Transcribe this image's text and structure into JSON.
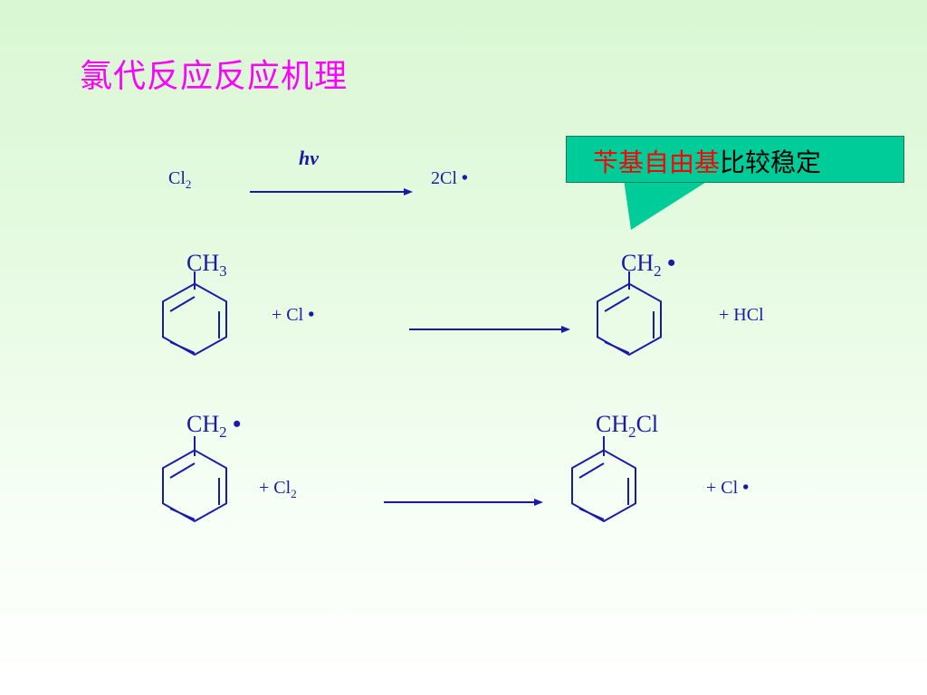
{
  "title": "氯代反应反应机理",
  "callout": {
    "highlight": "苄基自由基",
    "rest": "比较稳定"
  },
  "reaction1": {
    "reactant": "Cl",
    "reactant_sub": "2",
    "condition": "hν",
    "product": "2Cl",
    "product_dot": "•"
  },
  "reaction2": {
    "reactant_group": "CH",
    "reactant_group_sub": "3",
    "reagent": "+  Cl",
    "reagent_dot": "•",
    "product_group": "CH",
    "product_group_sub": "2",
    "product_group_dot": "•",
    "byproduct": "+  HCl"
  },
  "reaction3": {
    "reactant_group": "CH",
    "reactant_group_sub": "2",
    "reactant_group_dot": "•",
    "reagent": "+  Cl",
    "reagent_sub": "2",
    "product_group": "CH",
    "product_group_sub": "2",
    "product_group_suffix": "Cl",
    "byproduct": "+  Cl",
    "byproduct_dot": "•"
  },
  "colors": {
    "title": "#ff00ff",
    "chem": "#1a1aa8",
    "callout_bg": "#00cc99",
    "highlight": "#ff0000"
  }
}
